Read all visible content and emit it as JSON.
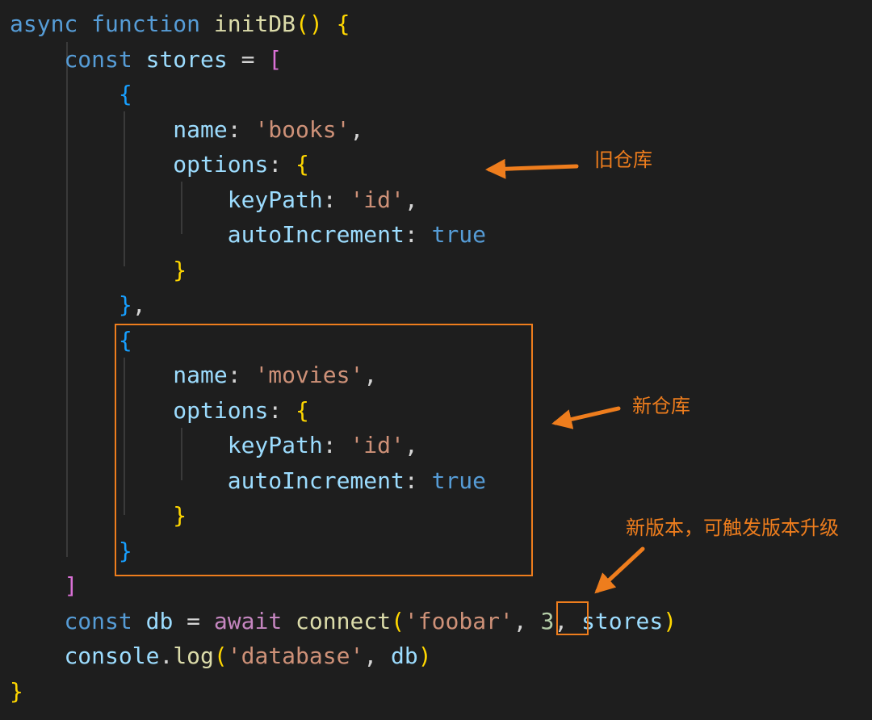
{
  "editor": {
    "theme": {
      "background": "#1e1e1e",
      "keyword": "#569cd6",
      "control_keyword": "#c586c0",
      "function_name": "#dcdcaa",
      "variable": "#9cdcfe",
      "string": "#ce9178",
      "number": "#b5cea8",
      "plain": "#d4d4d4",
      "bracket_gold": "#ffd700",
      "bracket_pink": "#da70d6",
      "bracket_blue": "#179fff",
      "indent_guide": "#3a3a3a"
    },
    "lines": [
      [
        {
          "t": "async",
          "c": "keyword"
        },
        {
          "t": " ",
          "c": "plain"
        },
        {
          "t": "function",
          "c": "keyword"
        },
        {
          "t": " ",
          "c": "plain"
        },
        {
          "t": "initDB",
          "c": "function_name"
        },
        {
          "t": "()",
          "c": "bracket_gold"
        },
        {
          "t": " ",
          "c": "plain"
        },
        {
          "t": "{",
          "c": "bracket_gold"
        }
      ],
      [
        {
          "t": "    ",
          "c": "plain"
        },
        {
          "t": "const",
          "c": "keyword"
        },
        {
          "t": " ",
          "c": "plain"
        },
        {
          "t": "stores",
          "c": "variable"
        },
        {
          "t": " = ",
          "c": "plain"
        },
        {
          "t": "[",
          "c": "bracket_pink"
        }
      ],
      [
        {
          "t": "        ",
          "c": "plain"
        },
        {
          "t": "{",
          "c": "bracket_blue"
        }
      ],
      [
        {
          "t": "            ",
          "c": "plain"
        },
        {
          "t": "name",
          "c": "variable"
        },
        {
          "t": ": ",
          "c": "plain"
        },
        {
          "t": "'books'",
          "c": "string"
        },
        {
          "t": ",",
          "c": "plain"
        }
      ],
      [
        {
          "t": "            ",
          "c": "plain"
        },
        {
          "t": "options",
          "c": "variable"
        },
        {
          "t": ": ",
          "c": "plain"
        },
        {
          "t": "{",
          "c": "bracket_gold"
        }
      ],
      [
        {
          "t": "                ",
          "c": "plain"
        },
        {
          "t": "keyPath",
          "c": "variable"
        },
        {
          "t": ": ",
          "c": "plain"
        },
        {
          "t": "'id'",
          "c": "string"
        },
        {
          "t": ",",
          "c": "plain"
        }
      ],
      [
        {
          "t": "                ",
          "c": "plain"
        },
        {
          "t": "autoIncrement",
          "c": "variable"
        },
        {
          "t": ": ",
          "c": "plain"
        },
        {
          "t": "true",
          "c": "keyword"
        }
      ],
      [
        {
          "t": "            ",
          "c": "plain"
        },
        {
          "t": "}",
          "c": "bracket_gold"
        }
      ],
      [
        {
          "t": "        ",
          "c": "plain"
        },
        {
          "t": "}",
          "c": "bracket_blue"
        },
        {
          "t": ",",
          "c": "plain"
        }
      ],
      [
        {
          "t": "        ",
          "c": "plain"
        },
        {
          "t": "{",
          "c": "bracket_blue"
        }
      ],
      [
        {
          "t": "            ",
          "c": "plain"
        },
        {
          "t": "name",
          "c": "variable"
        },
        {
          "t": ": ",
          "c": "plain"
        },
        {
          "t": "'movies'",
          "c": "string"
        },
        {
          "t": ",",
          "c": "plain"
        }
      ],
      [
        {
          "t": "            ",
          "c": "plain"
        },
        {
          "t": "options",
          "c": "variable"
        },
        {
          "t": ": ",
          "c": "plain"
        },
        {
          "t": "{",
          "c": "bracket_gold"
        }
      ],
      [
        {
          "t": "                ",
          "c": "plain"
        },
        {
          "t": "keyPath",
          "c": "variable"
        },
        {
          "t": ": ",
          "c": "plain"
        },
        {
          "t": "'id'",
          "c": "string"
        },
        {
          "t": ",",
          "c": "plain"
        }
      ],
      [
        {
          "t": "                ",
          "c": "plain"
        },
        {
          "t": "autoIncrement",
          "c": "variable"
        },
        {
          "t": ": ",
          "c": "plain"
        },
        {
          "t": "true",
          "c": "keyword"
        }
      ],
      [
        {
          "t": "            ",
          "c": "plain"
        },
        {
          "t": "}",
          "c": "bracket_gold"
        }
      ],
      [
        {
          "t": "        ",
          "c": "plain"
        },
        {
          "t": "}",
          "c": "bracket_blue"
        }
      ],
      [
        {
          "t": "    ",
          "c": "plain"
        },
        {
          "t": "]",
          "c": "bracket_pink"
        }
      ],
      [
        {
          "t": "    ",
          "c": "plain"
        },
        {
          "t": "const",
          "c": "keyword"
        },
        {
          "t": " ",
          "c": "plain"
        },
        {
          "t": "db",
          "c": "variable"
        },
        {
          "t": " = ",
          "c": "plain"
        },
        {
          "t": "await",
          "c": "control_keyword"
        },
        {
          "t": " ",
          "c": "plain"
        },
        {
          "t": "connect",
          "c": "function_name"
        },
        {
          "t": "(",
          "c": "bracket_gold"
        },
        {
          "t": "'foobar'",
          "c": "string"
        },
        {
          "t": ", ",
          "c": "plain"
        },
        {
          "t": "3",
          "c": "number"
        },
        {
          "t": ", ",
          "c": "plain"
        },
        {
          "t": "stores",
          "c": "variable"
        },
        {
          "t": ")",
          "c": "bracket_gold"
        }
      ],
      [
        {
          "t": "    ",
          "c": "plain"
        },
        {
          "t": "console",
          "c": "variable"
        },
        {
          "t": ".",
          "c": "plain"
        },
        {
          "t": "log",
          "c": "function_name"
        },
        {
          "t": "(",
          "c": "bracket_gold"
        },
        {
          "t": "'database'",
          "c": "string"
        },
        {
          "t": ", ",
          "c": "plain"
        },
        {
          "t": "db",
          "c": "variable"
        },
        {
          "t": ")",
          "c": "bracket_gold"
        }
      ],
      [
        {
          "t": "}",
          "c": "bracket_gold"
        }
      ]
    ]
  },
  "annotations": {
    "color": "#ee7d1d",
    "old_store_label": "旧仓库",
    "new_store_label": "新仓库",
    "version_label": "新版本，可触发版本升级"
  }
}
